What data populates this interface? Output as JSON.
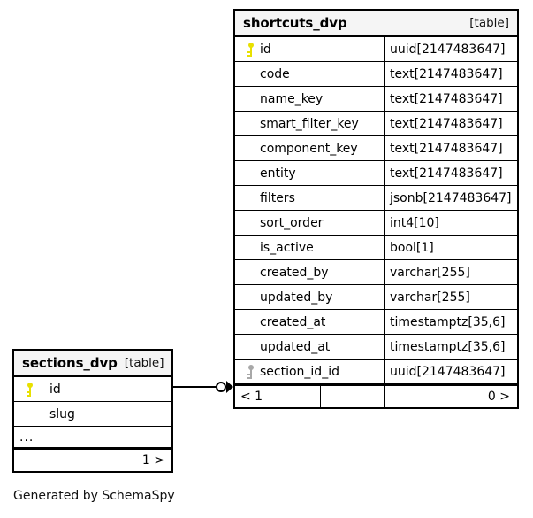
{
  "diagram": {
    "kind_label": "[table]",
    "caption": "Generated by SchemaSpy",
    "colors": {
      "primary_key": "#e8e000",
      "foreign_key": "#a8a8a8",
      "border": "#000000",
      "header_background": "#f5f5f5",
      "page_background": "#ffffff"
    }
  },
  "tables": {
    "shortcuts": {
      "name": "shortcuts_dvp",
      "kind": "[table]",
      "columns": [
        {
          "key": "primary-key",
          "name": "id",
          "type": "uuid[2147483647]"
        },
        {
          "key": "none",
          "name": "code",
          "type": "text[2147483647]"
        },
        {
          "key": "none",
          "name": "name_key",
          "type": "text[2147483647]"
        },
        {
          "key": "none",
          "name": "smart_filter_key",
          "type": "text[2147483647]"
        },
        {
          "key": "none",
          "name": "component_key",
          "type": "text[2147483647]"
        },
        {
          "key": "none",
          "name": "entity",
          "type": "text[2147483647]"
        },
        {
          "key": "none",
          "name": "filters",
          "type": "jsonb[2147483647]"
        },
        {
          "key": "none",
          "name": "sort_order",
          "type": "int4[10]"
        },
        {
          "key": "none",
          "name": "is_active",
          "type": "bool[1]"
        },
        {
          "key": "none",
          "name": "created_by",
          "type": "varchar[255]"
        },
        {
          "key": "none",
          "name": "updated_by",
          "type": "varchar[255]"
        },
        {
          "key": "none",
          "name": "created_at",
          "type": "timestamptz[35,6]"
        },
        {
          "key": "none",
          "name": "updated_at",
          "type": "timestamptz[35,6]"
        },
        {
          "key": "foreign-key",
          "name": "section_id_id",
          "type": "uuid[2147483647]"
        }
      ],
      "footer": {
        "parents": "< 1",
        "middle": "",
        "children": "0 >"
      }
    },
    "sections": {
      "name": "sections_dvp",
      "kind": "[table]",
      "columns": [
        {
          "key": "primary-key",
          "name": "id",
          "type": ""
        },
        {
          "key": "none",
          "name": "slug",
          "type": ""
        }
      ],
      "more_indicator": "...",
      "footer": {
        "parents": "",
        "middle": "",
        "children": "1 >"
      }
    }
  }
}
